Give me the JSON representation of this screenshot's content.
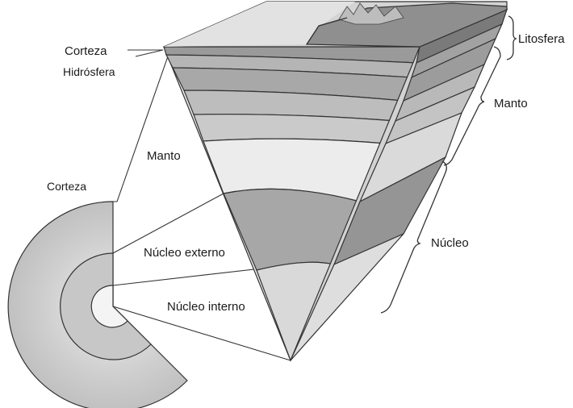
{
  "diagram": {
    "labels": {
      "corteza_top": "Corteza",
      "hidrosfera": "Hidrósfera",
      "litosfera": "Litosfera",
      "manto_right": "Manto",
      "manto_left": "Manto",
      "corteza_left": "Corteza",
      "nucleo_externo": "Núcleo externo",
      "nucleo_interno": "Núcleo interno",
      "nucleo_right": "Núcleo"
    }
  }
}
